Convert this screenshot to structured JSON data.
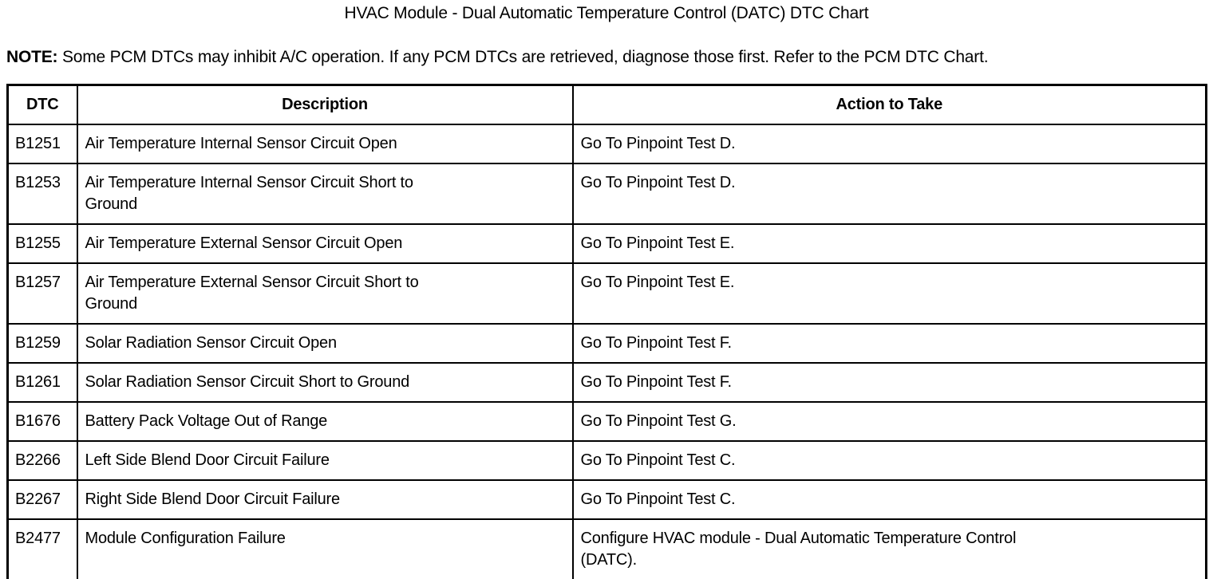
{
  "page": {
    "title": "HVAC Module - Dual Automatic Temperature Control (DATC) DTC Chart",
    "note": {
      "label": "NOTE:",
      "text": "Some PCM DTCs may inhibit A/C operation. If any PCM DTCs are retrieved, diagnose those first. Refer to the PCM DTC Chart."
    }
  },
  "table": {
    "headers": [
      "DTC",
      "Description",
      "Action to Take"
    ],
    "rows": [
      {
        "dtc": "B1251",
        "description": "Air Temperature Internal Sensor Circuit Open",
        "action": "Go To Pinpoint Test D."
      },
      {
        "dtc": "B1253",
        "description": "Air Temperature Internal Sensor Circuit Short to\nGround",
        "action": "Go To Pinpoint Test D."
      },
      {
        "dtc": "B1255",
        "description": "Air Temperature External Sensor Circuit Open",
        "action": "Go To Pinpoint Test E."
      },
      {
        "dtc": "B1257",
        "description": "Air Temperature External Sensor Circuit Short to\nGround",
        "action": "Go To Pinpoint Test E."
      },
      {
        "dtc": "B1259",
        "description": "Solar Radiation Sensor Circuit Open",
        "action": "Go To Pinpoint Test F."
      },
      {
        "dtc": "B1261",
        "description": "Solar Radiation Sensor Circuit Short to Ground",
        "action": "Go To Pinpoint Test F."
      },
      {
        "dtc": "B1676",
        "description": "Battery Pack Voltage Out of Range",
        "action": "Go To Pinpoint Test G."
      },
      {
        "dtc": "B2266",
        "description": "Left Side Blend Door Circuit Failure",
        "action": "Go To Pinpoint Test C."
      },
      {
        "dtc": "B2267",
        "description": "Right Side Blend Door Circuit Failure",
        "action": "Go To Pinpoint Test C."
      },
      {
        "dtc": "B2477",
        "description": "Module Configuration Failure",
        "action": "Configure HVAC module - Dual Automatic Temperature Control\n(DATC)."
      }
    ]
  }
}
